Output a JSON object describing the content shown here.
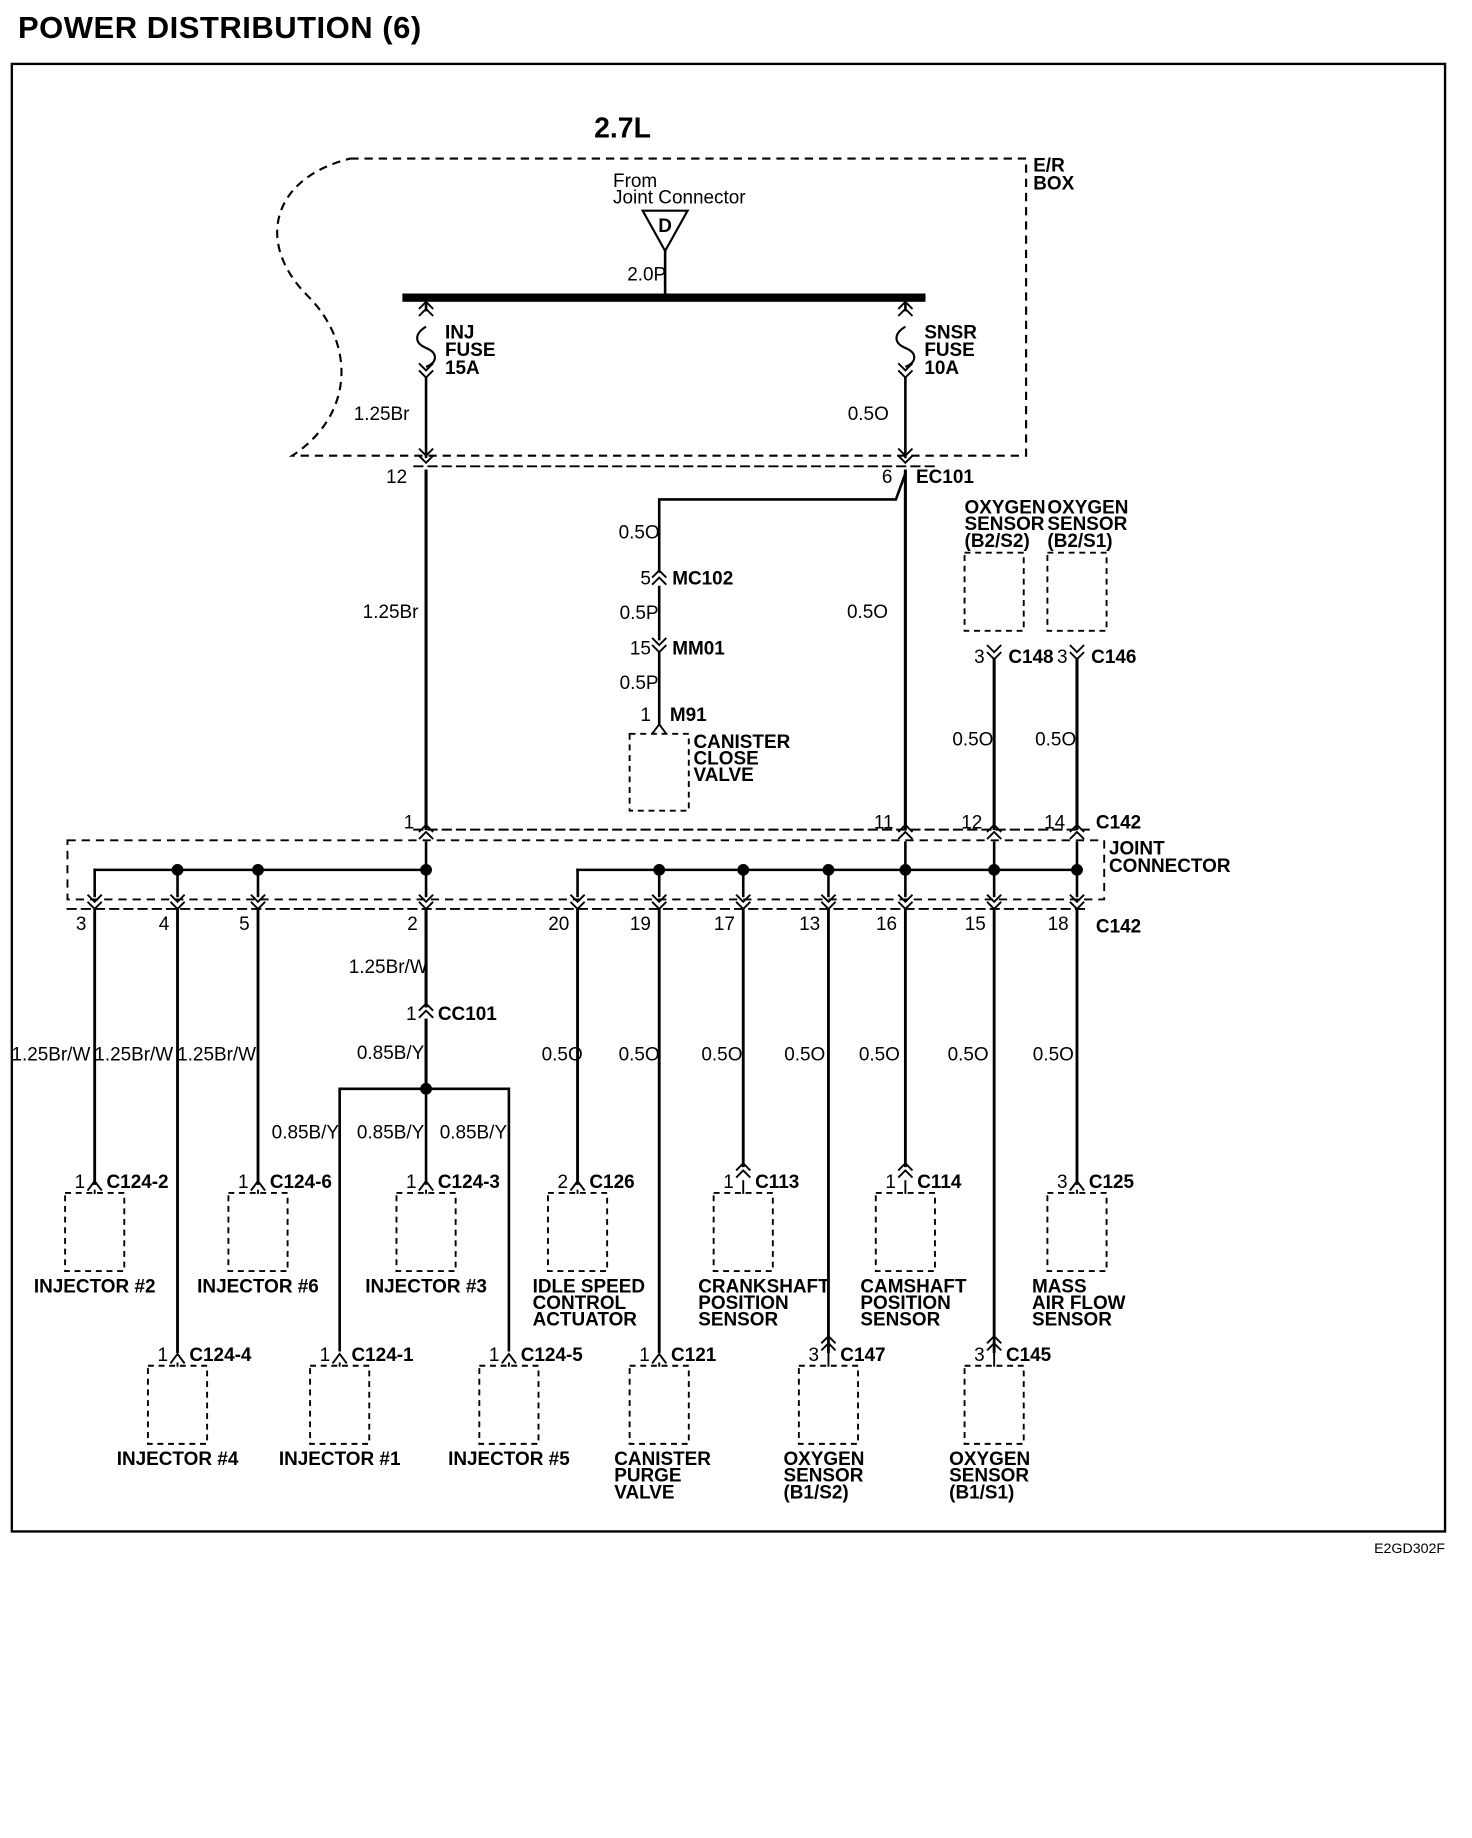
{
  "title": "POWER DISTRIBUTION (6)",
  "engine": "2.7L",
  "er_box": [
    "E/R",
    "BOX"
  ],
  "source": {
    "from": [
      "From",
      "Joint Connector"
    ],
    "symbol": "D",
    "wire": "2.0P"
  },
  "fuses": {
    "inj": {
      "lines": [
        "INJ",
        "FUSE",
        "15A"
      ],
      "wire": "1.25Br"
    },
    "snsr": {
      "lines": [
        "SNSR",
        "FUSE",
        "10A"
      ],
      "wire": "0.5O"
    }
  },
  "connectors": {
    "ec101": {
      "name": "EC101",
      "pin_inj": "12",
      "pin_snsr": "6"
    },
    "mc102": {
      "name": "MC102",
      "pin": "5"
    },
    "mm01": {
      "name": "MM01",
      "pin": "15"
    },
    "m91": {
      "name": "M91",
      "pin": "1"
    },
    "c148": {
      "name": "C148",
      "pin": "3"
    },
    "c146": {
      "name": "C146",
      "pin": "3"
    },
    "c142": {
      "name": "C142"
    },
    "cc101": {
      "name": "CC101",
      "pin": "1"
    }
  },
  "wires": {
    "inj_main": "1.25Br",
    "snsr_main": "0.5O",
    "canister_upper": "0.5O",
    "canister_mid": "0.5P",
    "canister_lower": "0.5P",
    "o2_b2s2": "0.5O",
    "o2_b2s1": "0.5O",
    "cc101_in": "1.25Br/W",
    "cc101_out": "0.85B/Y"
  },
  "canister_close": [
    "CANISTER",
    "CLOSE",
    "VALVE"
  ],
  "upper_sensors": {
    "b2s2": [
      "OXYGEN",
      "SENSOR",
      "(B2/S2)"
    ],
    "b2s1": [
      "OXYGEN",
      "SENSOR",
      "(B2/S1)"
    ]
  },
  "joint_connector": {
    "label": [
      "JOINT",
      "CONNECTOR"
    ],
    "top_pins": [
      "1",
      "11",
      "12",
      "14"
    ],
    "bottom_pins": [
      "3",
      "4",
      "5",
      "2",
      "20",
      "19",
      "17",
      "13",
      "16",
      "15",
      "18"
    ]
  },
  "outputs": [
    {
      "wire": "1.25Br/W"
    },
    {
      "wire": "1.25Br/W"
    },
    {
      "wire": "1.25Br/W"
    },
    {
      "wire": "0.5O"
    },
    {
      "wire": "0.5O"
    },
    {
      "wire": "0.5O"
    },
    {
      "wire": "0.5O"
    },
    {
      "wire": "0.5O"
    },
    {
      "wire": "0.5O"
    },
    {
      "wire": "0.5O"
    }
  ],
  "injector_wires": [
    "0.85B/Y",
    "0.85B/Y",
    "0.85B/Y"
  ],
  "components": [
    {
      "pin": "1",
      "conn": "C124-2",
      "lines": [
        "INJECTOR #2"
      ]
    },
    {
      "pin": "1",
      "conn": "C124-4",
      "lines": [
        "INJECTOR #4"
      ]
    },
    {
      "pin": "1",
      "conn": "C124-6",
      "lines": [
        "INJECTOR #6"
      ]
    },
    {
      "pin": "1",
      "conn": "C124-1",
      "lines": [
        "INJECTOR #1"
      ]
    },
    {
      "pin": "1",
      "conn": "C124-3",
      "lines": [
        "INJECTOR #3"
      ]
    },
    {
      "pin": "1",
      "conn": "C124-5",
      "lines": [
        "INJECTOR #5"
      ]
    },
    {
      "pin": "2",
      "conn": "C126",
      "lines": [
        "IDLE SPEED",
        "CONTROL",
        "ACTUATOR"
      ]
    },
    {
      "pin": "1",
      "conn": "C121",
      "lines": [
        "CANISTER",
        "PURGE",
        "VALVE"
      ]
    },
    {
      "pin": "1",
      "conn": "C113",
      "lines": [
        "CRANKSHAFT",
        "POSITION",
        "SENSOR"
      ]
    },
    {
      "pin": "3",
      "conn": "C147",
      "lines": [
        "OXYGEN",
        "SENSOR",
        "(B1/S2)"
      ]
    },
    {
      "pin": "1",
      "conn": "C114",
      "lines": [
        "CAMSHAFT",
        "POSITION",
        "SENSOR"
      ]
    },
    {
      "pin": "3",
      "conn": "C145",
      "lines": [
        "OXYGEN",
        "SENSOR",
        "(B1/S1)"
      ]
    },
    {
      "pin": "3",
      "conn": "C125",
      "lines": [
        "MASS",
        "AIR FLOW",
        "SENSOR"
      ]
    }
  ],
  "diagram_code": "E2GD302F"
}
